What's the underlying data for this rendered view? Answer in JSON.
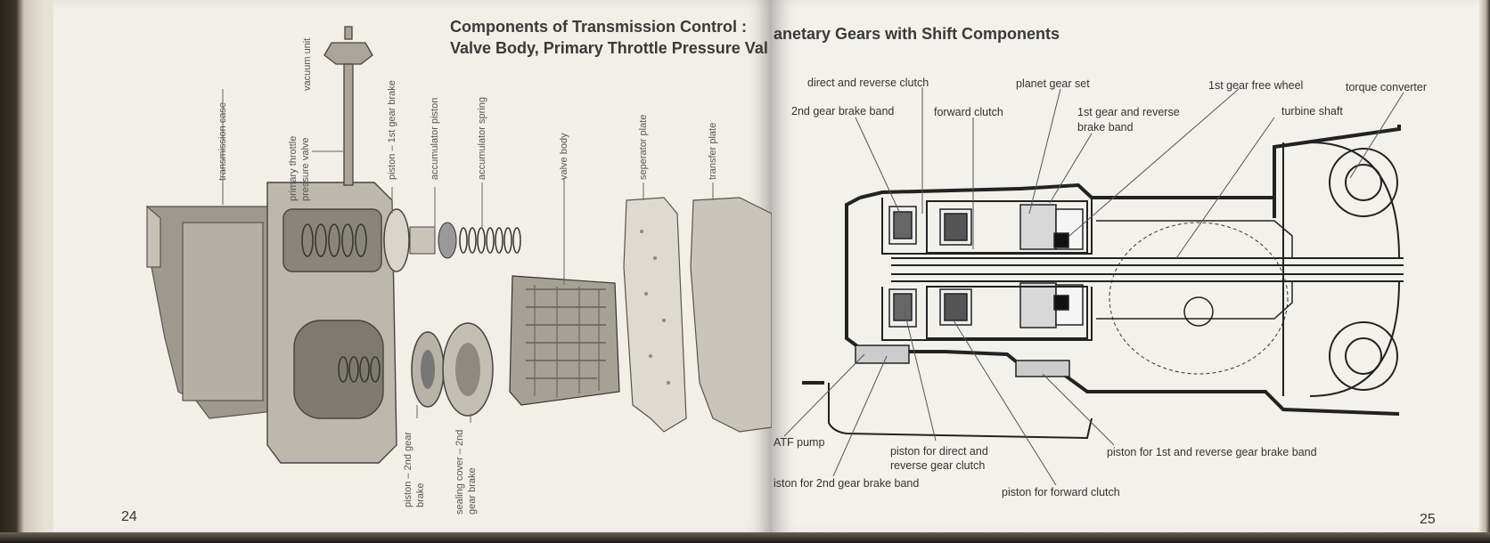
{
  "left_page": {
    "title_line1": "Components of Transmission Control :",
    "title_line2": "Valve Body, Primary Throttle Pressure Val",
    "labels": {
      "vacuum_unit": "vacuum unit",
      "transmission_case": "transmission case",
      "primary_throttle_1": "primary throttle",
      "primary_throttle_2": "pressure valve",
      "piston_1st_gear_brake": "piston – 1st gear brake",
      "accumulator_piston": "accumulator piston",
      "accumulator_spring": "accumulator spring",
      "valve_body": "valve body",
      "seperator_plate": "seperator plate",
      "transfer_plate": "transfer plate",
      "piston_2nd_gear_1": "piston – 2nd gear",
      "piston_2nd_gear_2": "brake",
      "sealing_cover_1": "sealing cover – 2nd",
      "sealing_cover_2": "gear brake"
    },
    "page_number": "24"
  },
  "right_page": {
    "title": "anetary Gears with Shift Components",
    "labels": {
      "direct_reverse_clutch": "direct and reverse clutch",
      "planet_gear_set": "planet gear set",
      "first_free_wheel": "1st gear free wheel",
      "torque_converter": "torque converter",
      "second_brake_band": "2nd gear brake band",
      "forward_clutch": "forward clutch",
      "first_reverse_band_1": "1st gear and reverse",
      "first_reverse_band_2": "brake band",
      "turbine_shaft": "turbine shaft",
      "atf_pump": "ATF pump",
      "piston_direct_1": "piston for direct and",
      "piston_direct_2": "reverse gear clutch",
      "piston_1st_reverse": "piston for 1st and reverse gear brake band",
      "piston_2nd_band": "iston for 2nd gear brake band",
      "piston_forward": "piston for forward clutch"
    },
    "page_number": "25"
  }
}
